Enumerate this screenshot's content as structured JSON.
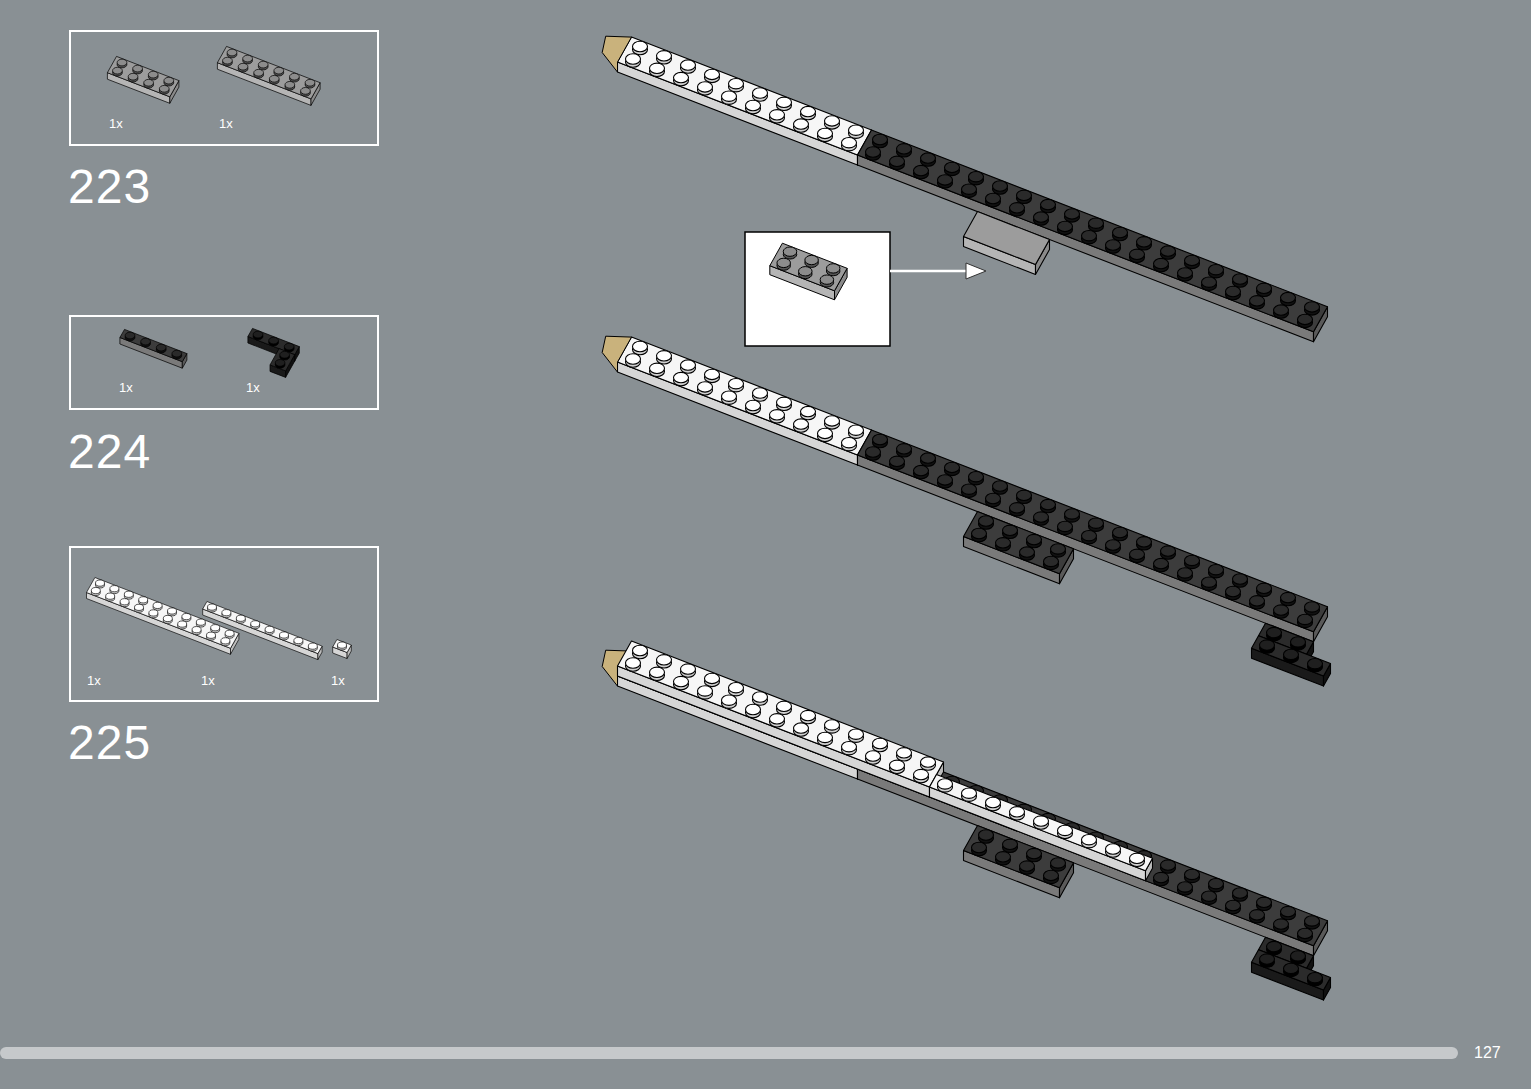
{
  "diagram": {
    "nodes": [
      {
        "text": [
          "1x",
          "1x"
        ]
      },
      {
        "text": [
          "1x",
          "1x"
        ]
      },
      {
        "text": [
          "1x",
          "1x",
          "1x"
        ]
      }
    ],
    "labels": [
      "223",
      "224",
      "225",
      "127"
    ]
  }
}
